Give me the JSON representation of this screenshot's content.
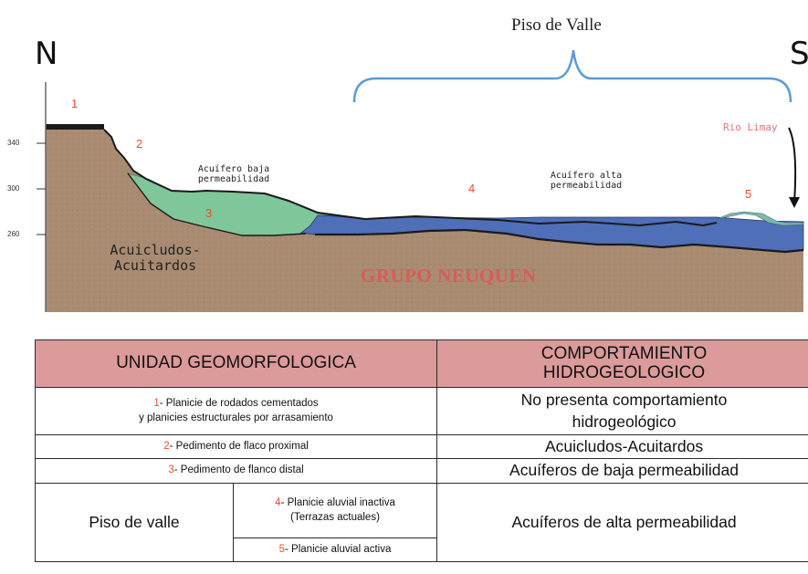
{
  "diagram": {
    "north_label": "N",
    "south_label": "S",
    "valley_floor_label": "Piso de Valle",
    "unit_numbers": [
      "1",
      "2",
      "3",
      "4",
      "5"
    ],
    "elevation_ticks": [
      "340",
      "300",
      "260"
    ],
    "aquifer_low_label": [
      "Acuífero baja",
      "permeabilidad"
    ],
    "aquifer_high_label": [
      "Acuífero alta",
      "permeabilidad"
    ],
    "acuicludos_label": [
      "Acuicludos-",
      "Acuitardos"
    ],
    "grupo_label": "GRUPO NEUQUEN",
    "rio_label": "Rio Limay",
    "colors": {
      "ground": "#a98b72",
      "low_aquifer": "#7fc79a",
      "high_aquifer": "#4f6fb8",
      "brace": "#5b9bd5",
      "accent_number": "#ef4a2c"
    }
  },
  "table": {
    "header_unidad": "UNIDAD GEOMORFOLOGICA",
    "header_comportamiento": [
      "COMPORTAMIENTO",
      "HIDROGEOLOGICO"
    ],
    "rows": [
      {
        "num": "1",
        "unidad": [
          "- Planicie de rodados cementados",
          "y planicies estructurales por arrasamiento"
        ],
        "comportamiento": [
          "No presenta comportamiento",
          "hidrogeológico"
        ]
      },
      {
        "num": "2",
        "unidad": "- Pedimento de flaco proximal",
        "comportamiento": "Acuicludos-Acuitardos"
      },
      {
        "num": "3",
        "unidad": "- Pedimento de flanco distal",
        "comportamiento": "Acuíferos de baja permeabilidad"
      }
    ],
    "piso": {
      "label": "Piso de valle",
      "sub": [
        {
          "num": "4",
          "text": [
            "- Planicie aluvial inactiva",
            "(Terrazas actuales)"
          ]
        },
        {
          "num": "5",
          "text": "- Planicie aluvial activa"
        }
      ],
      "comportamiento": "Acuíferos de alta permeabilidad"
    }
  }
}
